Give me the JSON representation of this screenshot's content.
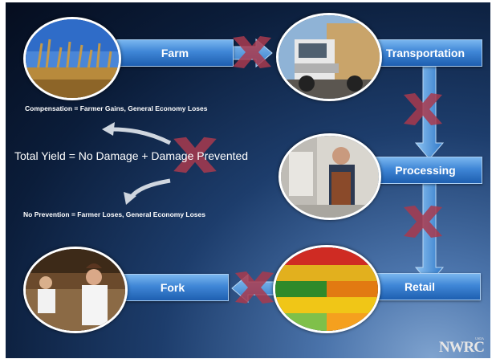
{
  "stages": {
    "farm": "Farm",
    "transportation": "Transportation",
    "processing": "Processing",
    "retail": "Retail",
    "fork": "Fork"
  },
  "text": {
    "compensation": "Compensation = Farmer Gains, General Economy Loses",
    "total_yield": "Total Yield = No Damage + Damage Prevented",
    "no_prevention": "No Prevention = Farmer Loses, General Economy Loses"
  },
  "logo": {
    "top": "USDA",
    "main": "NWRC",
    "sub": ""
  },
  "colors": {
    "bar_blue": "#3f86d6",
    "x_mark_red": "#a83a4e",
    "background_dark": "#0b1d3a"
  },
  "icons": [
    "x-mark-icon",
    "arrow-icon",
    "curved-arrow-icon"
  ]
}
